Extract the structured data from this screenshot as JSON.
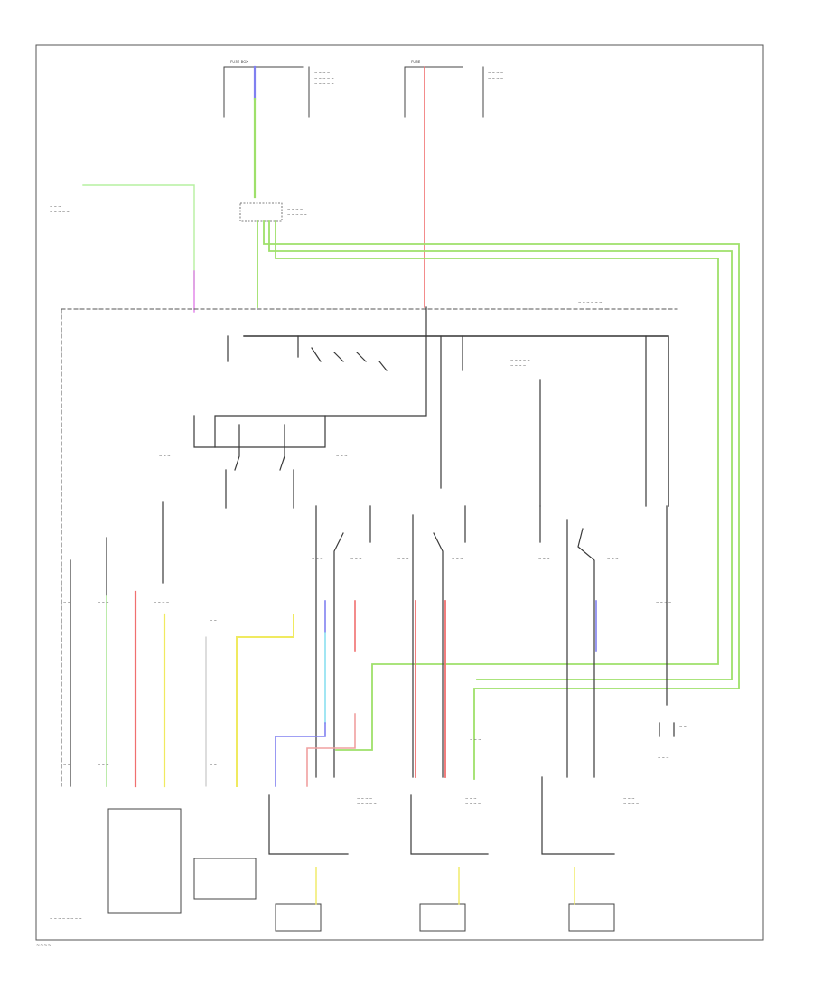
{
  "diagram": {
    "type": "automotive wiring schematic",
    "text_legible": false,
    "wire_colors": {
      "black": "#3a3a3a",
      "green": "#b6f0a0",
      "light_green": "#9ee06a",
      "red": "#f07070",
      "pink": "#f0a0a0",
      "yellow": "#f0ea60",
      "blue": "#8080f0",
      "cyan": "#8ae0f0",
      "magenta": "#e080e8",
      "gray": "#bbbbbb"
    },
    "components": [
      {
        "name": "fuse-box-left",
        "icon": "fuse-icon"
      },
      {
        "name": "fuse-box-right",
        "icon": "fuse-icon"
      },
      {
        "name": "relay-center",
        "icon": "relay-icon"
      },
      {
        "name": "master-switch",
        "icon": "switch-icon"
      },
      {
        "name": "door-lock-actuator-1",
        "icon": "motor-icon"
      },
      {
        "name": "door-lock-actuator-2",
        "icon": "motor-icon"
      },
      {
        "name": "door-lock-actuator-3",
        "icon": "motor-icon"
      },
      {
        "name": "door-lock-actuator-4",
        "icon": "motor-icon"
      }
    ]
  }
}
